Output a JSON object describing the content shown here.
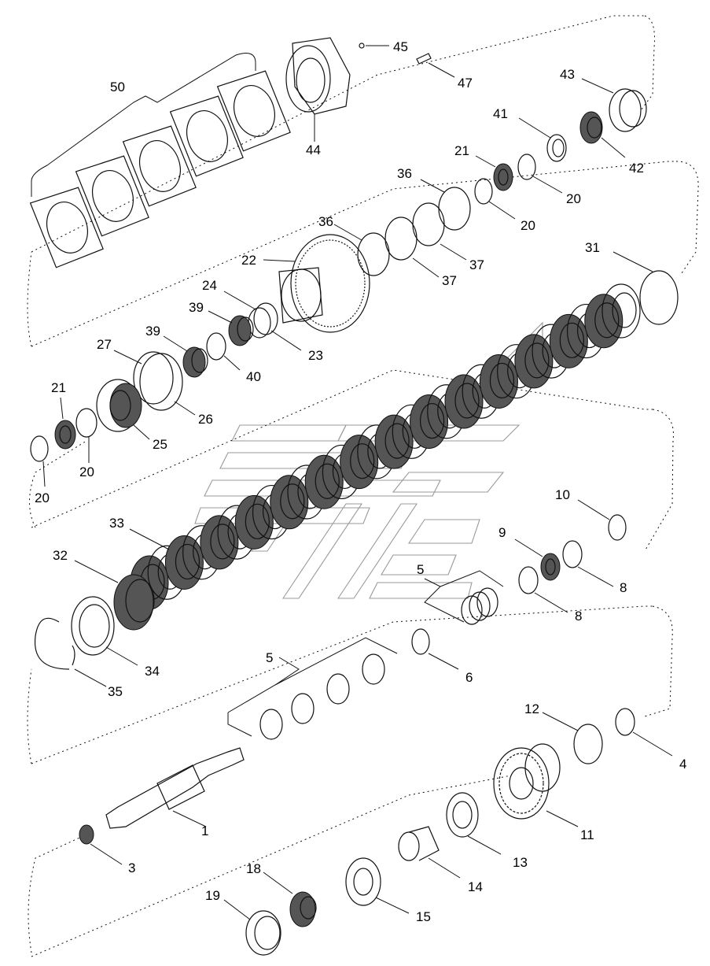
{
  "diagram": {
    "callouts": [
      "50",
      "45",
      "47",
      "44",
      "43",
      "41",
      "42",
      "21",
      "20",
      "20",
      "36",
      "37",
      "37",
      "36",
      "22",
      "31",
      "24",
      "23",
      "39",
      "39",
      "40",
      "27",
      "26",
      "21",
      "25",
      "20",
      "20",
      "10",
      "9",
      "8",
      "8",
      "33",
      "32",
      "5",
      "34",
      "35",
      "5",
      "6",
      "12",
      "4",
      "11",
      "1",
      "3",
      "13",
      "14",
      "18",
      "19",
      "15"
    ]
  }
}
